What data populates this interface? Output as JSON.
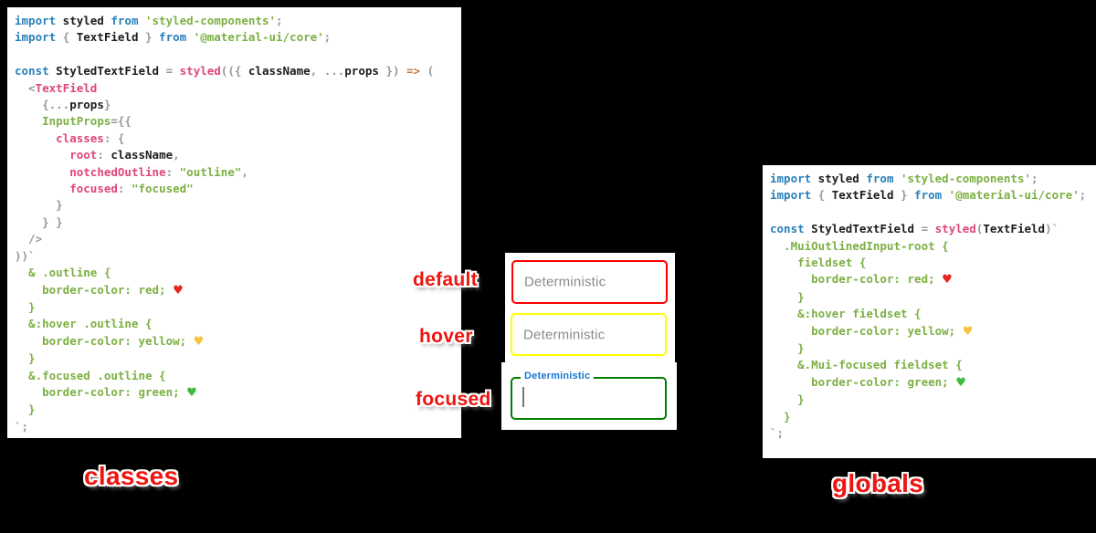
{
  "labels": {
    "default": "default",
    "hover": "hover",
    "focused": "focused",
    "classes": "classes",
    "globals": "globals"
  },
  "demo": {
    "fields": [
      {
        "state": "default",
        "label": "Deterministic",
        "border_color": "#ff0000"
      },
      {
        "state": "hover",
        "label": "Deterministic",
        "border_color": "#ffff00"
      },
      {
        "state": "focused",
        "label": "Deterministic",
        "border_color": "#008000"
      }
    ]
  },
  "colors": {
    "keyword_blue": "#2980b9",
    "string_green": "#7cb043",
    "property_pink": "#e0457b",
    "punctuation_gray": "#96989d",
    "arrow_orange": "#c07b43",
    "annotation_red": "#ee1510",
    "mui_label_blue": "#1976d2",
    "placeholder_gray": "#8a8a8a",
    "heart_red": "#e8231e",
    "heart_yellow": "#f8c33c",
    "heart_green": "#3dbb3d"
  },
  "left_code": {
    "lines": [
      [
        [
          "kw",
          "import"
        ],
        [
          "id",
          " styled "
        ],
        [
          "kw",
          "from"
        ],
        [
          "str",
          " 'styled-components'"
        ],
        [
          "gray",
          ";"
        ]
      ],
      [
        [
          "kw",
          "import"
        ],
        [
          "gray",
          " { "
        ],
        [
          "id",
          "TextField"
        ],
        [
          "gray",
          " } "
        ],
        [
          "kw",
          "from"
        ],
        [
          "str",
          " '@material-ui/core'"
        ],
        [
          "gray",
          ";"
        ]
      ],
      [],
      [
        [
          "kw",
          "const"
        ],
        [
          "id",
          " StyledTextField "
        ],
        [
          "gray",
          "= "
        ],
        [
          "pink",
          "styled"
        ],
        [
          "gray",
          "(({ "
        ],
        [
          "id",
          "className"
        ],
        [
          "gray",
          ", ..."
        ],
        [
          "id",
          "props"
        ],
        [
          "gray",
          " }) "
        ],
        [
          "orange",
          "=>"
        ],
        [
          "gray",
          " ("
        ]
      ],
      [
        [
          "gray",
          "  <"
        ],
        [
          "pink",
          "TextField"
        ]
      ],
      [
        [
          "gray",
          "    {..."
        ],
        [
          "id",
          "props"
        ],
        [
          "gray",
          "}"
        ]
      ],
      [
        [
          "gray",
          "    "
        ],
        [
          "str",
          "InputProps"
        ],
        [
          "gray",
          "={{"
        ]
      ],
      [
        [
          "gray",
          "      "
        ],
        [
          "pink",
          "classes"
        ],
        [
          "gray",
          ": {"
        ]
      ],
      [
        [
          "gray",
          "        "
        ],
        [
          "pink",
          "root"
        ],
        [
          "gray",
          ": "
        ],
        [
          "id",
          "className"
        ],
        [
          "gray",
          ","
        ]
      ],
      [
        [
          "gray",
          "        "
        ],
        [
          "pink",
          "notchedOutline"
        ],
        [
          "gray",
          ": "
        ],
        [
          "str",
          "\"outline\""
        ],
        [
          "gray",
          ","
        ]
      ],
      [
        [
          "gray",
          "        "
        ],
        [
          "pink",
          "focused"
        ],
        [
          "gray",
          ": "
        ],
        [
          "str",
          "\"focused\""
        ]
      ],
      [
        [
          "gray",
          "      }"
        ]
      ],
      [
        [
          "gray",
          "    } }"
        ]
      ],
      [
        [
          "gray",
          "  />"
        ]
      ],
      [
        [
          "gray",
          "))`"
        ]
      ],
      [
        [
          "css",
          "  & .outline {"
        ]
      ],
      [
        [
          "css",
          "    border-color: red; "
        ],
        [
          "heart-red",
          "♥"
        ]
      ],
      [
        [
          "css",
          "  }"
        ]
      ],
      [
        [
          "css",
          "  &:hover .outline {"
        ]
      ],
      [
        [
          "css",
          "    border-color: yellow; "
        ],
        [
          "heart-yellow",
          "♥"
        ]
      ],
      [
        [
          "css",
          "  }"
        ]
      ],
      [
        [
          "css",
          "  &.focused .outline {"
        ]
      ],
      [
        [
          "css",
          "    border-color: green; "
        ],
        [
          "heart-green",
          "♥"
        ]
      ],
      [
        [
          "css",
          "  }"
        ]
      ],
      [
        [
          "gray",
          "`;"
        ]
      ]
    ]
  },
  "right_code": {
    "lines": [
      [
        [
          "kw",
          "import"
        ],
        [
          "id",
          " styled "
        ],
        [
          "kw",
          "from"
        ],
        [
          "str",
          " 'styled-components'"
        ],
        [
          "gray",
          ";"
        ]
      ],
      [
        [
          "kw",
          "import"
        ],
        [
          "gray",
          " { "
        ],
        [
          "id",
          "TextField"
        ],
        [
          "gray",
          " } "
        ],
        [
          "kw",
          "from"
        ],
        [
          "str",
          " '@material-ui/core'"
        ],
        [
          "gray",
          ";"
        ]
      ],
      [],
      [
        [
          "kw",
          "const"
        ],
        [
          "id",
          " StyledTextField "
        ],
        [
          "gray",
          "= "
        ],
        [
          "pink",
          "styled"
        ],
        [
          "gray",
          "("
        ],
        [
          "id",
          "TextField"
        ],
        [
          "gray",
          ")`"
        ]
      ],
      [
        [
          "css",
          "  .MuiOutlinedInput-root {"
        ]
      ],
      [
        [
          "css",
          "    fieldset {"
        ]
      ],
      [
        [
          "css",
          "      border-color: red; "
        ],
        [
          "heart-red",
          "♥"
        ]
      ],
      [
        [
          "css",
          "    }"
        ]
      ],
      [
        [
          "css",
          "    &:hover fieldset {"
        ]
      ],
      [
        [
          "css",
          "      border-color: yellow; "
        ],
        [
          "heart-yellow",
          "♥"
        ]
      ],
      [
        [
          "css",
          "    }"
        ]
      ],
      [
        [
          "css",
          "    &.Mui-focused fieldset {"
        ]
      ],
      [
        [
          "css",
          "      border-color: green; "
        ],
        [
          "heart-green",
          "♥"
        ]
      ],
      [
        [
          "css",
          "    }"
        ]
      ],
      [
        [
          "css",
          "  }"
        ]
      ],
      [
        [
          "gray",
          "`;"
        ]
      ]
    ]
  }
}
